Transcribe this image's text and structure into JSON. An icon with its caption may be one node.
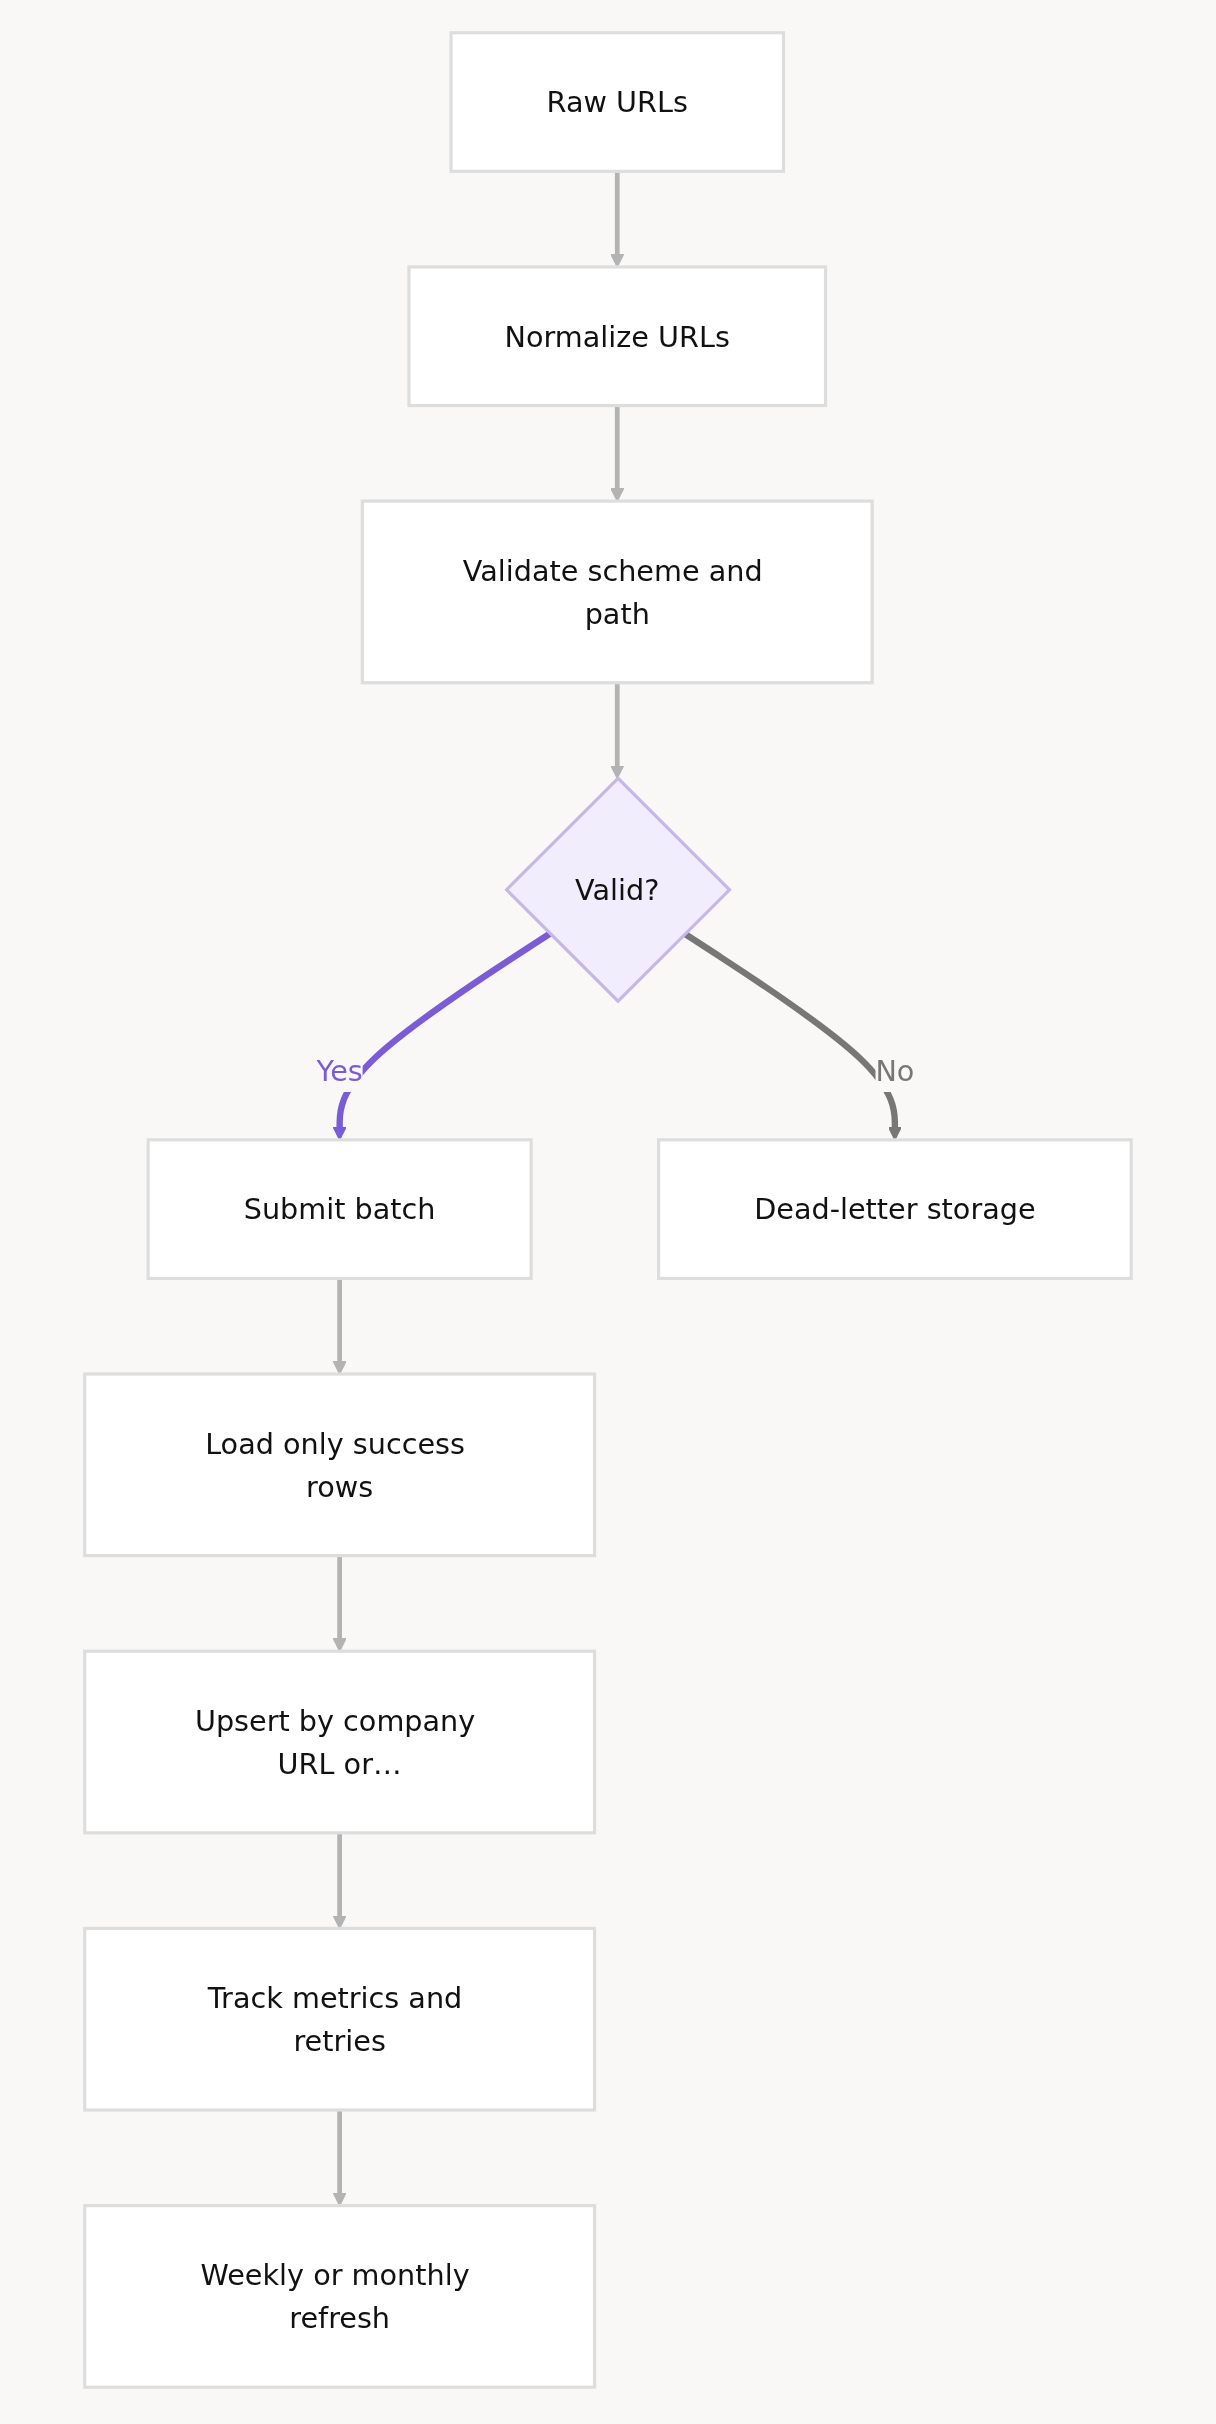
{
  "diagram": {
    "nodes": [
      {
        "text": [
          "Raw URLs"
        ]
      },
      {
        "text": [
          "Normalize URLs"
        ]
      },
      {
        "text": [
          "Validate scheme and path"
        ]
      },
      {
        "text": [
          "Valid?"
        ]
      },
      {
        "text": [
          "Submit batch"
        ]
      },
      {
        "text": [
          "Dead-letter storage"
        ]
      },
      {
        "text": [
          "Load only success rows"
        ]
      },
      {
        "text": [
          "Upsert by company URL or…"
        ]
      },
      {
        "text": [
          "Track metrics and retries"
        ]
      },
      {
        "text": [
          "Weekly or monthly refresh"
        ]
      }
    ],
    "edges": [
      {
        "from": 0,
        "to": 1,
        "arrow": "to"
      },
      {
        "from": 1,
        "to": 2,
        "arrow": "to"
      },
      {
        "from": 2,
        "to": 3,
        "arrow": "to"
      },
      {
        "from": 3,
        "to": 4,
        "arrow": "to",
        "label": "Yes",
        "color": "#7b5cd6"
      },
      {
        "from": 3,
        "to": 5,
        "arrow": "to",
        "label": "No",
        "color": "#777777"
      },
      {
        "from": 4,
        "to": 6,
        "arrow": "to"
      },
      {
        "from": 6,
        "to": 7,
        "arrow": "to"
      },
      {
        "from": 7,
        "to": 8,
        "arrow": "to"
      },
      {
        "from": 8,
        "to": 9,
        "arrow": "to"
      }
    ]
  }
}
